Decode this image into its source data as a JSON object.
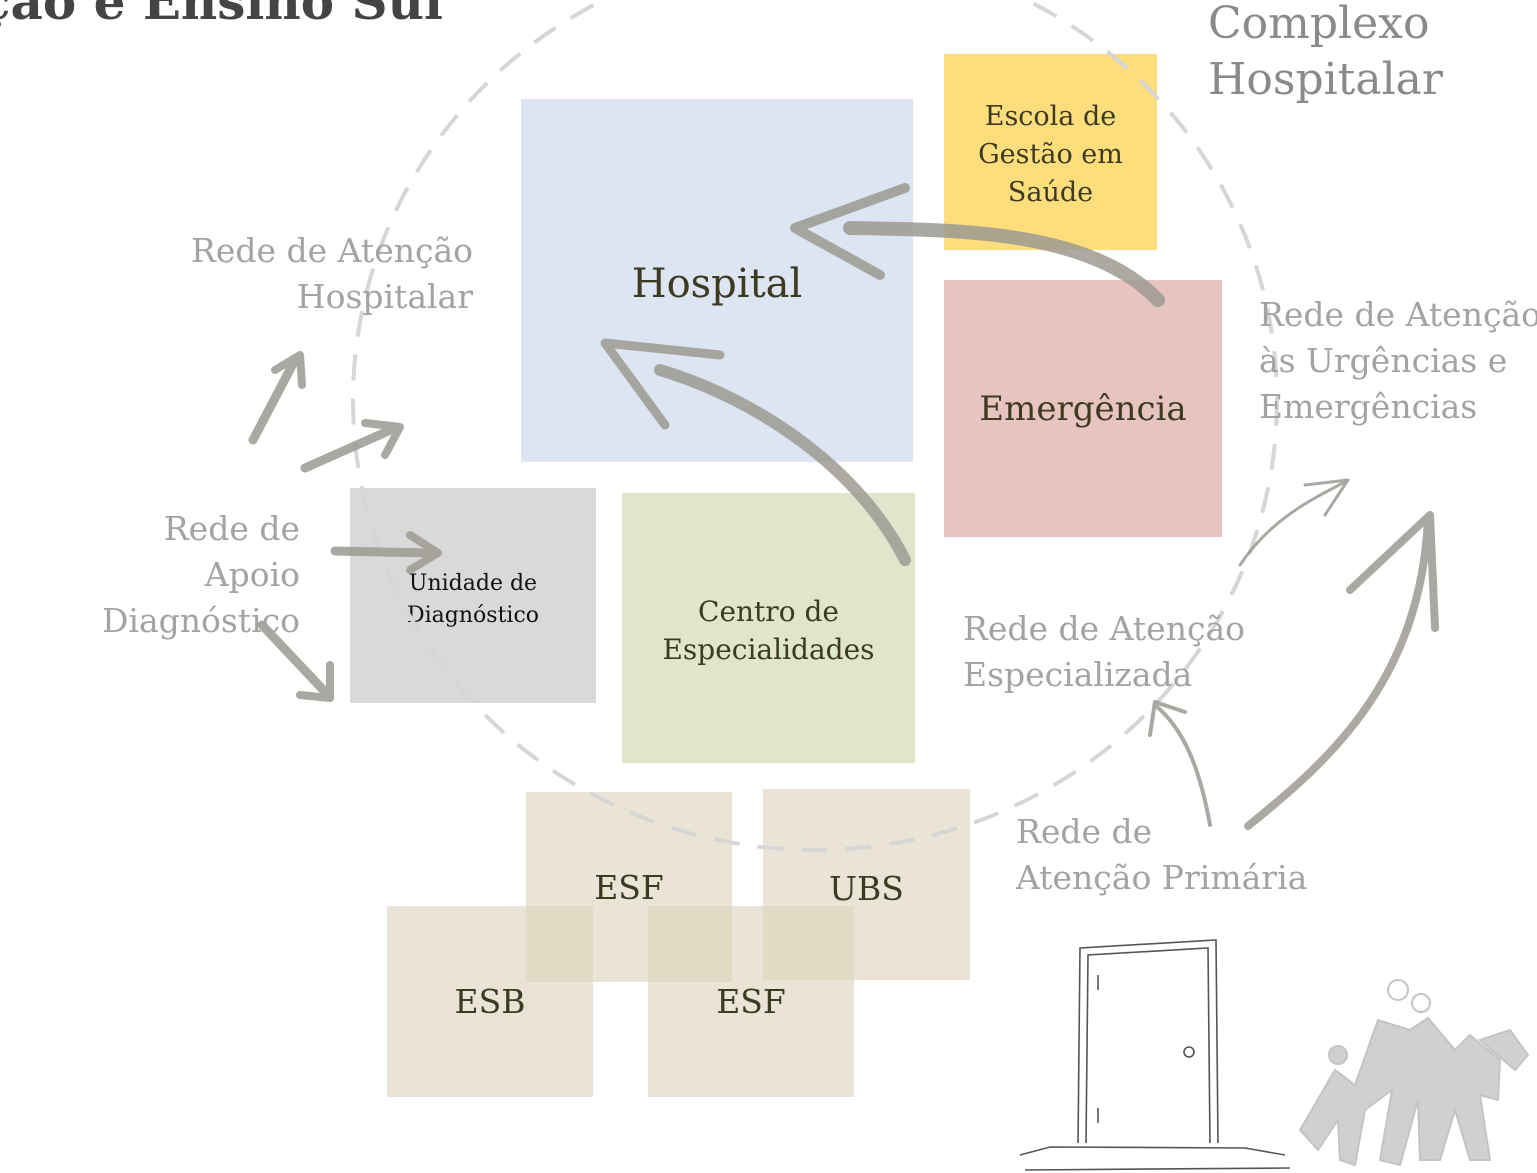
{
  "header": {
    "partial_title": "ção e Ensino Sul",
    "complex_label": [
      "Complexo",
      "Hospitalar"
    ]
  },
  "units": {
    "hospital": "Hospital",
    "school": [
      "Escola de",
      "Gestão em",
      "Saúde"
    ],
    "emergency": "Emergência",
    "diagnostic": [
      "Unidade de",
      "Diagnóstico"
    ],
    "specialties": [
      "Centro de",
      "Especialidades"
    ],
    "esf_top": "ESF",
    "ubs": "UBS",
    "esb": "ESB",
    "esf_bottom": "ESF"
  },
  "networks": {
    "hospital_care": [
      "Rede de Atenção",
      "Hospitalar"
    ],
    "urgency_care": [
      "Rede de Atenção",
      "às Urgências e",
      "Emergências"
    ],
    "diagnostic_support": [
      "Rede de",
      "Apoio Diagnóstico"
    ],
    "specialized_care": [
      "Rede de Atenção",
      "Especializada"
    ],
    "primary_care": [
      "Rede de",
      "Atenção Primária"
    ]
  },
  "colors": {
    "hospital": "#dce5f1",
    "school": "#fedd7c",
    "emergency": "#e8c4c1",
    "diagnostic": "#d9d9d9",
    "specialties": "#dfe6cb",
    "primary_units": "#e8e2d3",
    "network_text": "#a3a3a3",
    "unit_text": "#3d3a22",
    "arrows": "#9c9a92"
  }
}
